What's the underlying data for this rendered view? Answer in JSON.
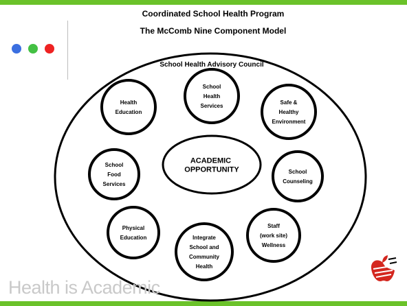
{
  "header": {
    "title": "Coordinated School Health Program",
    "subtitle": "The McComb Nine Component Model"
  },
  "decor": {
    "dots": [
      {
        "color": "#3b6fe0"
      },
      {
        "color": "#43c043"
      },
      {
        "color": "#ee2222"
      }
    ],
    "accent_color": "#6bc22a",
    "logo_color": "#d4271f",
    "logo_icon": "apple-icon"
  },
  "diagram": {
    "council_label": "School Health Advisory Council",
    "center": {
      "lines": [
        "ACADEMIC",
        "OPPORTUNITY"
      ]
    },
    "components": [
      {
        "name": "school-health-services",
        "lines": [
          "School",
          "Health",
          "Services"
        ]
      },
      {
        "name": "safe-healthy-environment",
        "lines": [
          "Safe &",
          "Healthy",
          "Environment"
        ]
      },
      {
        "name": "school-counseling",
        "lines": [
          "School",
          "Counseling"
        ]
      },
      {
        "name": "staff-wellness",
        "lines": [
          "Staff",
          "(work site)",
          "Wellness"
        ]
      },
      {
        "name": "integrate-school-community-health",
        "lines": [
          "Integrate",
          "School and",
          "Community",
          "Health"
        ]
      },
      {
        "name": "physical-education",
        "lines": [
          "Physical",
          "Education"
        ]
      },
      {
        "name": "school-food-services",
        "lines": [
          "School",
          "Food",
          "Services"
        ]
      },
      {
        "name": "health-education",
        "lines": [
          "Health",
          "Education"
        ]
      }
    ]
  },
  "footer": {
    "watermark": "Health is Academic"
  }
}
